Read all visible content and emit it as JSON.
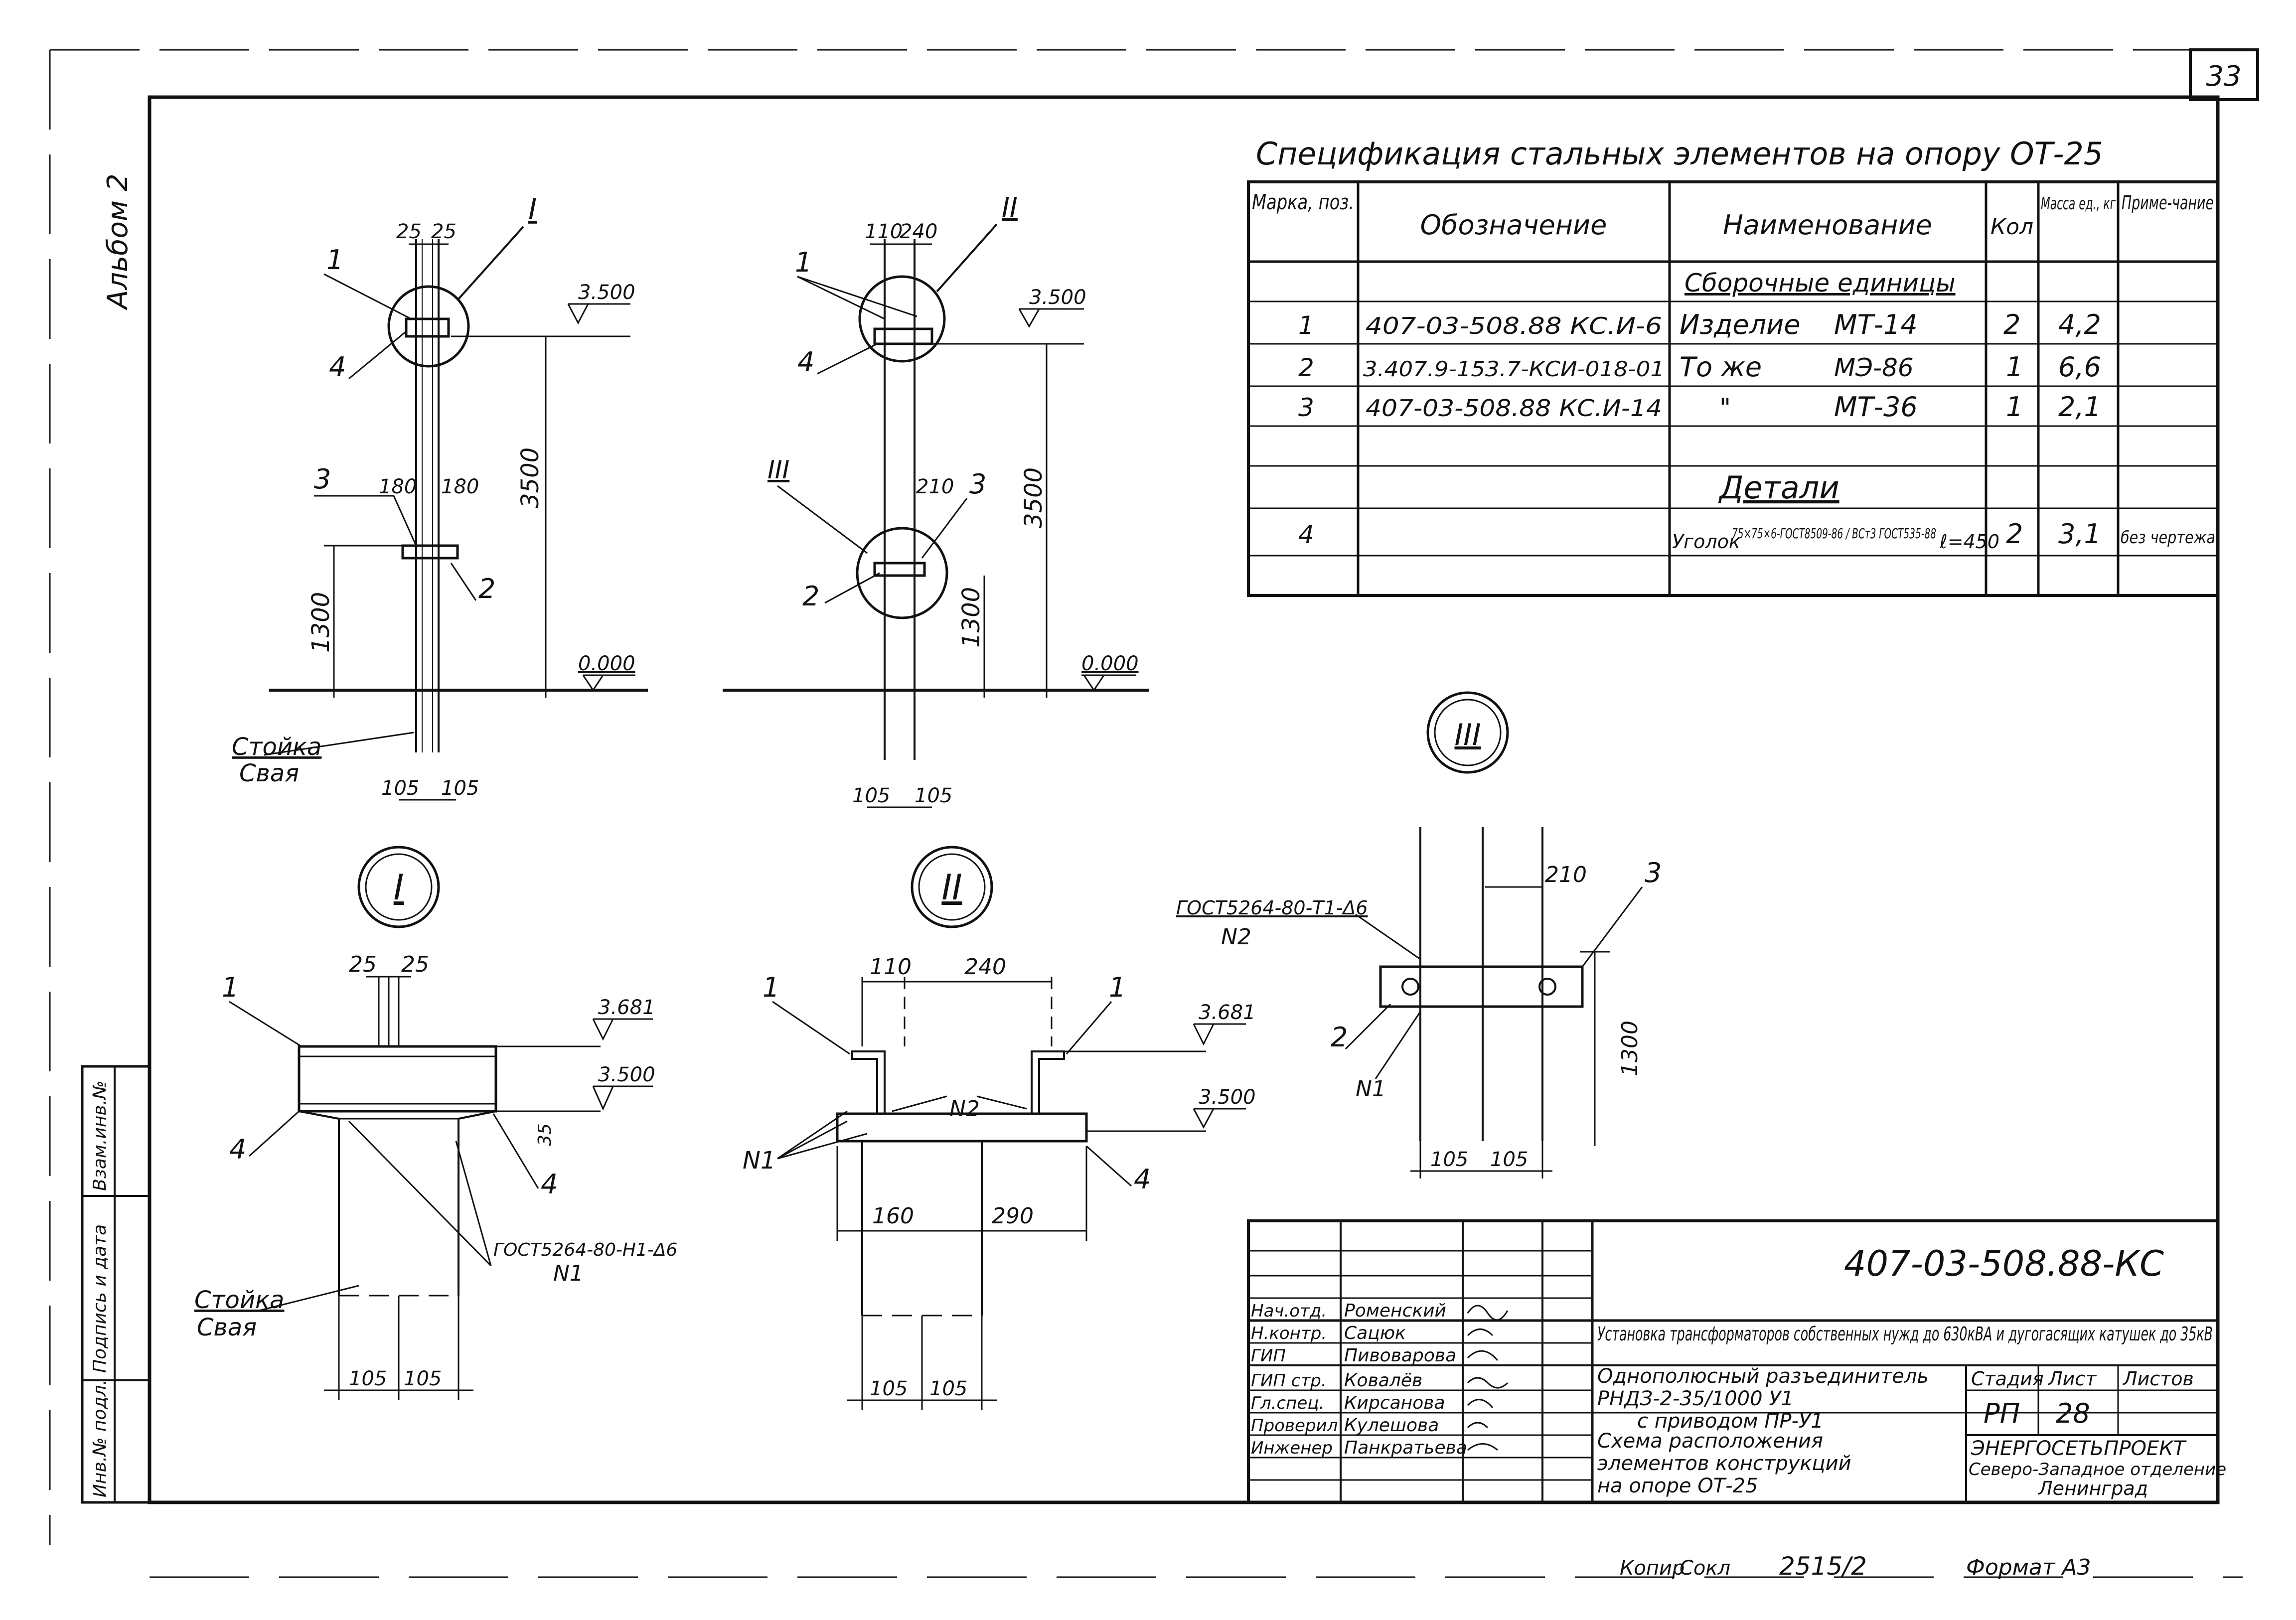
{
  "sheet": {
    "page_number": "33",
    "album_label": "Альбом 2",
    "copy_label": "Копир",
    "copy_signature": "Сокл",
    "order_number": "2515/2",
    "format_label": "Формат А3",
    "left_stamp": [
      "Инв.№ подл.",
      "Подпись и дата",
      "Взам.инв.№"
    ]
  },
  "spec_table": {
    "title": "Спецификация стальных элементов на опору ОТ-25",
    "headers": [
      "Марка, поз.",
      "Обозначение",
      "Наименование",
      "Кол",
      "Масса ед., кг",
      "Приме-чание"
    ],
    "groups": {
      "assembly_units": "Сборочные единицы",
      "details": "Детали"
    },
    "rows": [
      {
        "pos": "1",
        "designation": "407-03-508.88 КС.И-6",
        "name": "Изделие",
        "mark": "МТ-14",
        "qty": "2",
        "mass": "4,2",
        "note": ""
      },
      {
        "pos": "2",
        "designation": "3.407.9-153.7-КСИ-018-01",
        "name": "То же",
        "mark": "МЭ-86",
        "qty": "1",
        "mass": "6,6",
        "note": ""
      },
      {
        "pos": "3",
        "designation": "407-03-508.88 КС.И-14",
        "name": "\"",
        "mark": "МТ-36",
        "qty": "1",
        "mass": "2,1",
        "note": ""
      },
      {
        "pos": "4",
        "designation": "",
        "name": "Уголок",
        "mark": "75×75×6-ГОСТ8509-86 / ВСт3 ГОСТ535-88",
        "length": "ℓ=450",
        "qty": "2",
        "mass": "3,1",
        "note": "без чертежа"
      }
    ]
  },
  "views": {
    "view_a": {
      "dim_top": [
        "25",
        "25"
      ],
      "dim_mid": [
        "180",
        "180"
      ],
      "elev_top": "3.500",
      "elev_ground": "0.000",
      "height": "3500",
      "height_low": "1300",
      "dim_bottom": [
        "105",
        "105"
      ],
      "callout": "I",
      "labels": [
        "1",
        "4",
        "3",
        "2"
      ],
      "pile_label": [
        "Стойка",
        "Свая"
      ]
    },
    "view_b": {
      "dim_top": [
        "110",
        "240"
      ],
      "dim_mid": "210",
      "elev_top": "3.500",
      "elev_ground": "0.000",
      "height": "3500",
      "height_low": "1300",
      "dim_bottom": [
        "105",
        "105"
      ],
      "callouts": [
        "II",
        "III"
      ],
      "labels": [
        "1",
        "4",
        "3",
        "2"
      ]
    },
    "detail_1": {
      "marker": "I",
      "dim_top": [
        "25",
        "25"
      ],
      "elev_1": "3.681",
      "elev_2": "3.500",
      "dim_small": "35",
      "weld_label": "ГОСТ5264-80-Н1-Δ6",
      "weld_id": "N1",
      "labels": [
        "1",
        "4",
        "4"
      ],
      "pile_label": [
        "Стойка",
        "Свая"
      ],
      "dim_bottom": [
        "105",
        "105"
      ]
    },
    "detail_2": {
      "marker": "II",
      "dim_top": [
        "110",
        "240"
      ],
      "elev_1": "3.681",
      "elev_2": "3.500",
      "weld_ids": [
        "N1",
        "N2"
      ],
      "dim_mid": [
        "160",
        "290"
      ],
      "dim_bottom": [
        "105",
        "105"
      ],
      "labels": [
        "1",
        "1",
        "4"
      ]
    },
    "detail_3": {
      "marker": "III",
      "dim_top": "210",
      "height": "1300",
      "weld_label": "ГОСТ5264-80-Т1-Δ6",
      "weld_ids": [
        "N2",
        "N1"
      ],
      "labels": [
        "3",
        "2"
      ],
      "dim_bottom": [
        "105",
        "105"
      ]
    }
  },
  "title_block": {
    "code": "407-03-508.88-КС",
    "project_title": "Установка трансформаторов собственных нужд до 630кВА и дугогасящих катушек до 35кВ",
    "drawing_title": [
      "Однополюсный разъединитель",
      "РНДЗ-2-35/1000 У1",
      "с приводом ПР-У1"
    ],
    "sheet_title": [
      "Схема расположения",
      "элементов конструкций",
      "на опоре ОТ-25"
    ],
    "stage_header": "Стадия",
    "sheet_header": "Лист",
    "sheets_header": "Листов",
    "stage": "РП",
    "sheet": "28",
    "org": [
      "ЭНЕРГОСЕТЬПРОЕКТ",
      "Северо-Западное отделение",
      "Ленинград"
    ],
    "people": [
      {
        "role": "Нач.отд.",
        "name": "Роменский"
      },
      {
        "role": "Н.контр.",
        "name": "Сацюк"
      },
      {
        "role": "ГИП",
        "name": "Пивоварова"
      },
      {
        "role": "ГИП стр.",
        "name": "Ковалёв"
      },
      {
        "role": "Гл.спец.",
        "name": "Кирсанова"
      },
      {
        "role": "Проверил",
        "name": "Кулешова"
      },
      {
        "role": "Инженер",
        "name": "Панкратьева"
      }
    ]
  }
}
